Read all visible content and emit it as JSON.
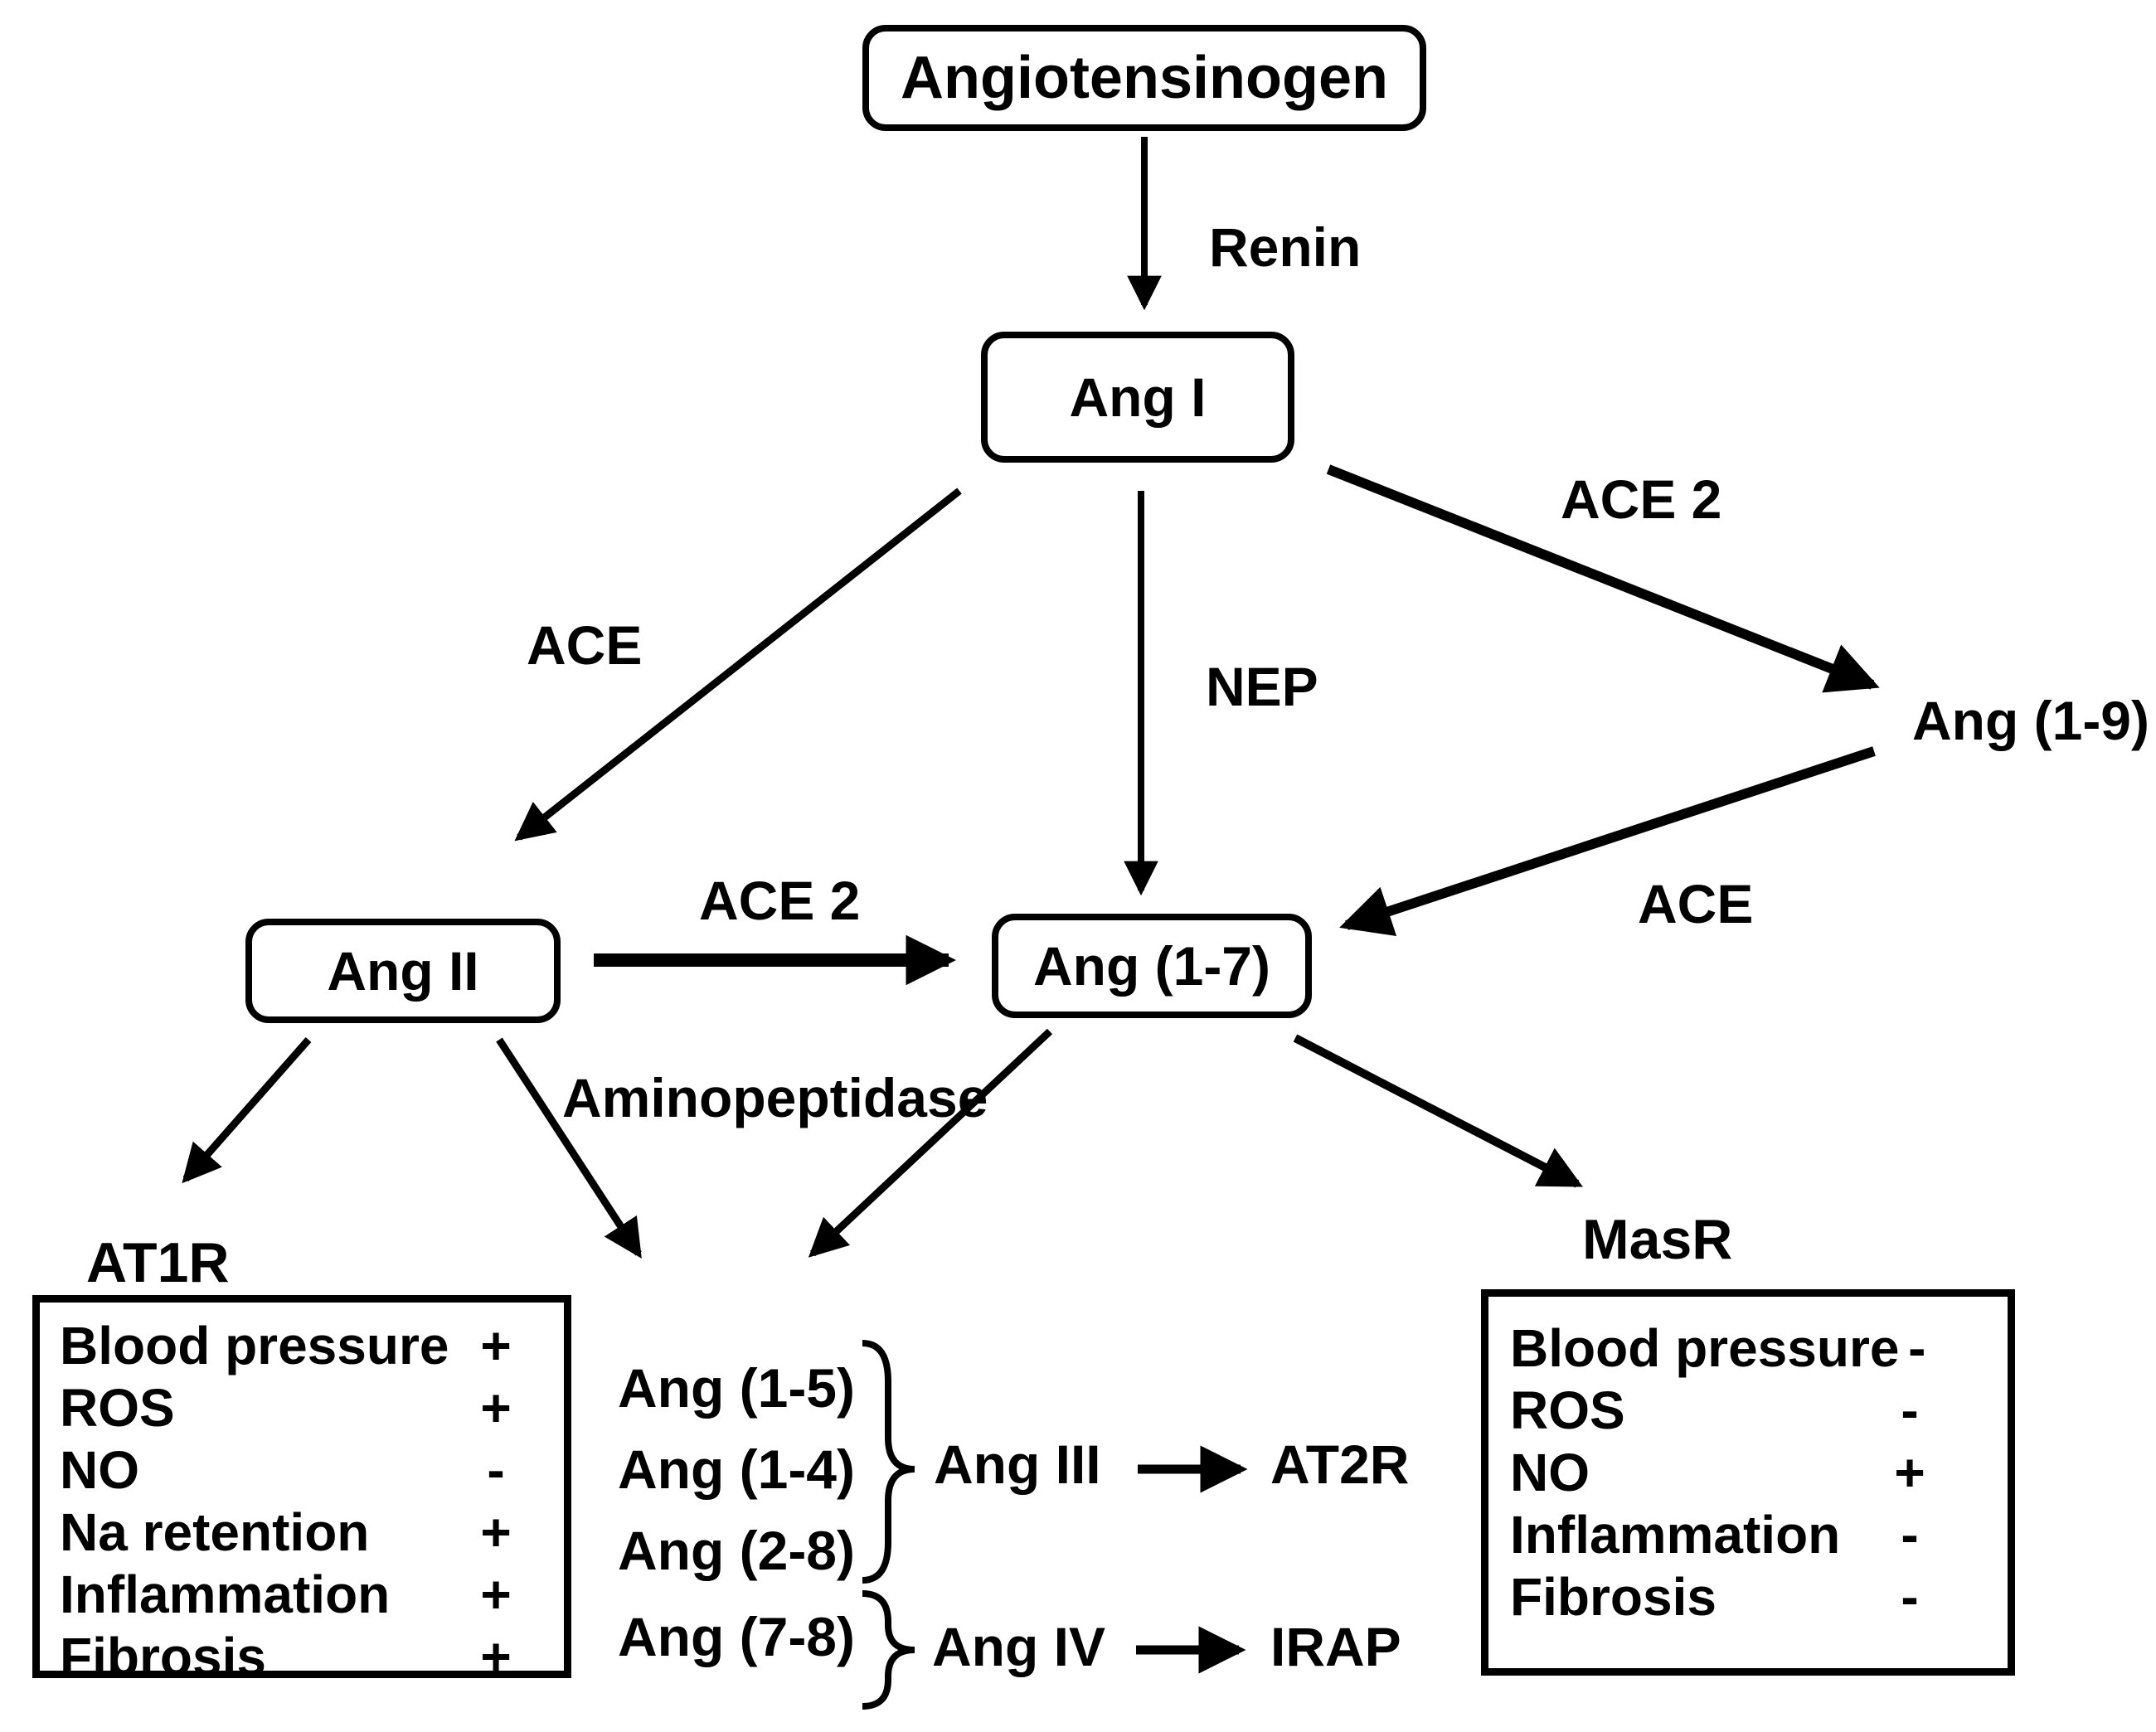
{
  "nodes": {
    "angiotensinogen": "Angiotensinogen",
    "ang_i": "Ang I",
    "ang_ii": "Ang II",
    "ang_1_7": "Ang (1-7)",
    "ang_1_9": "Ang (1-9)"
  },
  "enzymes": {
    "renin": "Renin",
    "ace_left": "ACE",
    "nep": "NEP",
    "ace2_top": "ACE 2",
    "ace_right": "ACE",
    "ace2_mid": "ACE 2",
    "aminopeptidase": "Aminopeptidase"
  },
  "receptors": {
    "at1r": "AT1R",
    "masr": "MasR",
    "at2r": "AT2R",
    "irap": "IRAP"
  },
  "peptides": {
    "group_of_three": [
      "Ang (1-5)",
      "Ang (1-4)",
      "Ang (2-8)"
    ],
    "single": "Ang (7-8)",
    "ang_iii": "Ang III",
    "ang_iv": "Ang IV"
  },
  "at1r_table": {
    "rows": [
      {
        "label": "Blood pressure",
        "sign": "+"
      },
      {
        "label": "ROS",
        "sign": "+"
      },
      {
        "label": "NO",
        "sign": "-"
      },
      {
        "label": "Na retention",
        "sign": "+"
      },
      {
        "label": "Inflammation",
        "sign": "+"
      },
      {
        "label": "Fibrosis",
        "sign": "+"
      }
    ]
  },
  "masr_table": {
    "rows": [
      {
        "label": "Blood pressure",
        "sign": "-"
      },
      {
        "label": "ROS",
        "sign": "-"
      },
      {
        "label": "NO",
        "sign": "+"
      },
      {
        "label": "Inflammation",
        "sign": "-"
      },
      {
        "label": "Fibrosis",
        "sign": "-"
      }
    ]
  },
  "colors": {
    "ink": "#000000",
    "background": "#ffffff"
  }
}
